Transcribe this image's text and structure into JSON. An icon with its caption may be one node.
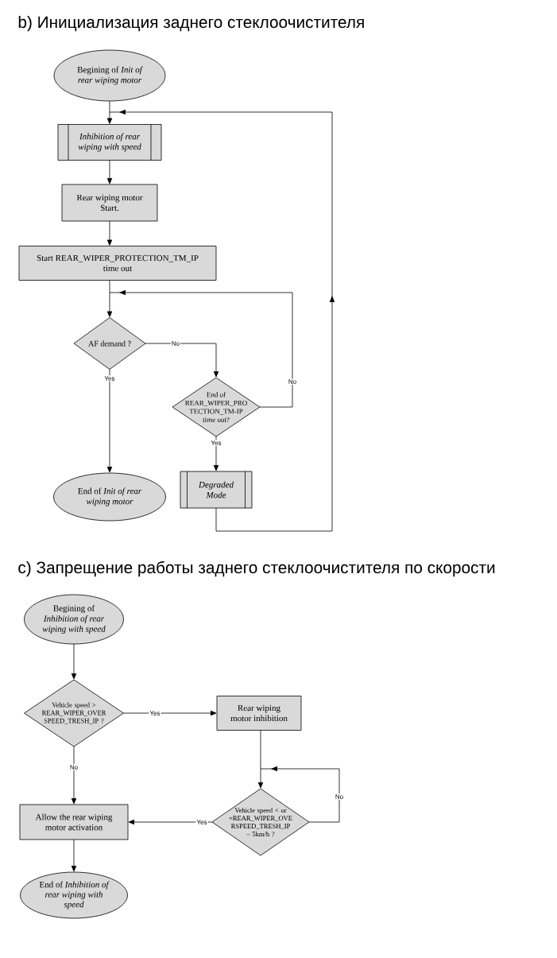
{
  "diagram": {
    "nodes": [
      {
        "text": [
          "Begining of *Init of rear wiping motor*"
        ]
      },
      {
        "text": [
          "Inhibition of rear wiping with speed"
        ]
      },
      {
        "text": [
          "Rear wiping motor Start."
        ]
      },
      {
        "text": [
          "Start REAR_WIPER_PROTECTION_TM_IP time out"
        ]
      },
      {
        "text": [
          "AF demand ?"
        ]
      },
      {
        "text": [
          "End of REAR_WIPER_PRO TECTION_TM-IP time out?"
        ]
      },
      {
        "text": [
          "End of *Init of rear wiping motor*"
        ]
      },
      {
        "text": [
          "Degraded Mode"
        ]
      },
      {
        "text": [
          "Begining of *Inhibition of rear wiping with speed*"
        ]
      },
      {
        "text": [
          "Vehicle speed > REAR_WIPER_OVER SPEED_TRESH_IP ?"
        ]
      },
      {
        "text": [
          "Rear wiping motor inhibition"
        ]
      },
      {
        "text": [
          "Vehicle speed < or =REAR_WIPER_OVE RSPEED_TRESH_IP – 5km/h ?"
        ]
      },
      {
        "text": [
          "Allow the rear wiping motor activation"
        ]
      },
      {
        "text": [
          "End of *Inhibition of rear wiping with speed*"
        ]
      }
    ],
    "edges": [
      {
        "from": 0,
        "to": 1,
        "arrow": "to"
      },
      {
        "from": 7,
        "to": 1,
        "arrow": "to"
      },
      {
        "from": 1,
        "to": 2,
        "arrow": "to"
      },
      {
        "from": 2,
        "to": 3,
        "arrow": "to"
      },
      {
        "from": 3,
        "to": 4,
        "arrow": "to"
      },
      {
        "from": 4,
        "to": 6,
        "arrow": "to",
        "label": "Yes"
      },
      {
        "from": 4,
        "to": 5,
        "arrow": "to",
        "label": "No"
      },
      {
        "from": 5,
        "to": 4,
        "arrow": "to",
        "label": "No"
      },
      {
        "from": 5,
        "to": 7,
        "arrow": "to",
        "label": "Yes"
      },
      {
        "from": 8,
        "to": 9,
        "arrow": "to"
      },
      {
        "from": 9,
        "to": 10,
        "arrow": "to",
        "label": "Yes"
      },
      {
        "from": 9,
        "to": 12,
        "arrow": "to",
        "label": "No"
      },
      {
        "from": 10,
        "to": 11,
        "arrow": "to"
      },
      {
        "from": 11,
        "to": 11,
        "arrow": "to",
        "label": "No"
      },
      {
        "from": 11,
        "to": 12,
        "arrow": "to",
        "label": "Yes"
      },
      {
        "from": 12,
        "to": 13,
        "arrow": "to"
      }
    ],
    "labels": [
      "b) Инициализация заднего стеклоочистителя",
      "c) Запрещение работы заднего стеклоочистителя по скорости"
    ]
  }
}
